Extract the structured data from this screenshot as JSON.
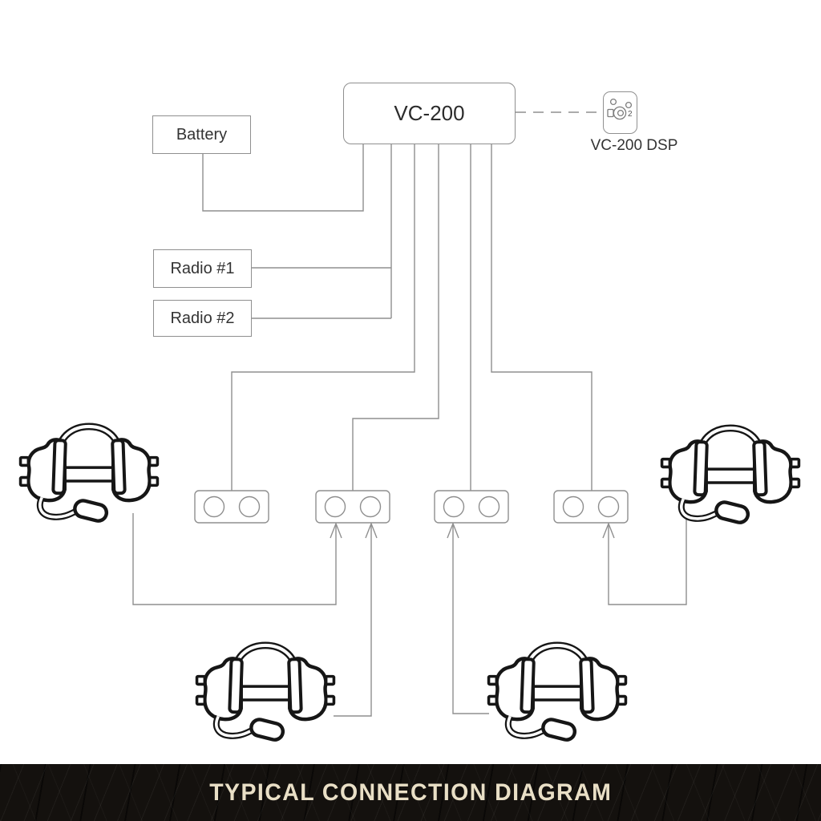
{
  "banner": {
    "title": "TYPICAL CONNECTION DIAGRAM",
    "bg_color": "#14110e",
    "text_color": "#e9dfc6"
  },
  "nodes": {
    "vc200": {
      "label": "VC-200"
    },
    "battery": {
      "label": "Battery"
    },
    "radio1": {
      "label": "Radio #1"
    },
    "radio2": {
      "label": "Radio #2"
    },
    "dsp": {
      "label": "VC-200 DSP",
      "port_number": "2"
    }
  },
  "components": {
    "connector_plates": [
      {
        "name": "dual-socket-plate-1",
        "sockets": 2
      },
      {
        "name": "dual-socket-plate-2",
        "sockets": 2
      },
      {
        "name": "dual-socket-plate-3",
        "sockets": 2
      },
      {
        "name": "dual-socket-plate-4",
        "sockets": 2
      }
    ],
    "headsets": [
      {
        "name": "headset-top-left"
      },
      {
        "name": "headset-bottom-left"
      },
      {
        "name": "headset-bottom-right"
      },
      {
        "name": "headset-top-right"
      }
    ]
  },
  "connections": [
    {
      "from": "vc200",
      "to": "battery",
      "style": "solid"
    },
    {
      "from": "vc200",
      "to": "radio1",
      "style": "solid"
    },
    {
      "from": "vc200",
      "to": "radio2",
      "style": "solid"
    },
    {
      "from": "vc200",
      "to": "dual-socket-plate-1",
      "style": "solid"
    },
    {
      "from": "vc200",
      "to": "dual-socket-plate-2",
      "style": "solid"
    },
    {
      "from": "vc200",
      "to": "dual-socket-plate-3",
      "style": "solid"
    },
    {
      "from": "vc200",
      "to": "dual-socket-plate-4",
      "style": "solid"
    },
    {
      "from": "vc200",
      "to": "dsp",
      "style": "dashed"
    },
    {
      "from": "headset-top-left",
      "to": "dual-socket-plate-2-left",
      "style": "arrow"
    },
    {
      "from": "headset-bottom-left",
      "to": "dual-socket-plate-2-right",
      "style": "arrow"
    },
    {
      "from": "headset-bottom-right",
      "to": "dual-socket-plate-3-left",
      "style": "arrow"
    },
    {
      "from": "headset-top-right",
      "to": "dual-socket-plate-4-right",
      "style": "arrow"
    }
  ],
  "colors": {
    "wire": "#8f8f8f",
    "box_border": "#8f8f8f",
    "headset_stroke": "#161616",
    "text": "#333333"
  }
}
